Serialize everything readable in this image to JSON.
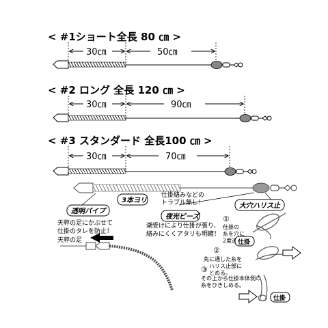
{
  "rigs": [
    {
      "title": "< #1ショート全長 80 ㎝ >",
      "segment_left": "30㎝",
      "segment_right": "50㎝"
    },
    {
      "title": "< #2 ロング 全長 120 ㎝ >",
      "segment_left": "30㎝",
      "segment_right": "90㎝"
    },
    {
      "title": "< #3 スタンダード 全長100 ㎝ >",
      "segment_left": "30㎝",
      "segment_right": "70㎝"
    }
  ],
  "detail": {
    "label_3yori": "3本ヨリ",
    "note_3yori_line1": "仕掛絡みなどの",
    "note_3yori_line2": "トラブル無し！",
    "label_tomei_pipe": "透明パイプ",
    "note_pipe_line1": "天秤の足にかぶせて",
    "note_pipe_line2": "仕掛のタレを防止！",
    "note_beads_line1": "潮受けにより仕掛が張り、",
    "note_beads_line2": "絡みにくくアタリも明確！",
    "label_beads": "夜光ビーズ",
    "label_ohari": "大穴ハリス止",
    "label_tenbin": "天秤の足"
  },
  "steps": [
    {
      "num": "①",
      "lines": [
        "仕掛の",
        "糸を穴に",
        "2度通す。"
      ]
    },
    {
      "num": "②",
      "lines": [
        "先に通した糸を",
        "ハリス止部に",
        "とめる。"
      ],
      "tag": "仕掛"
    },
    {
      "num": "③",
      "lines": [
        "その上から仕掛本体側の",
        "糸をひきしめる。"
      ],
      "tag": "仕掛"
    }
  ],
  "colors": {
    "ink": "#000000",
    "gray": "#888888",
    "dark": "#333333"
  }
}
